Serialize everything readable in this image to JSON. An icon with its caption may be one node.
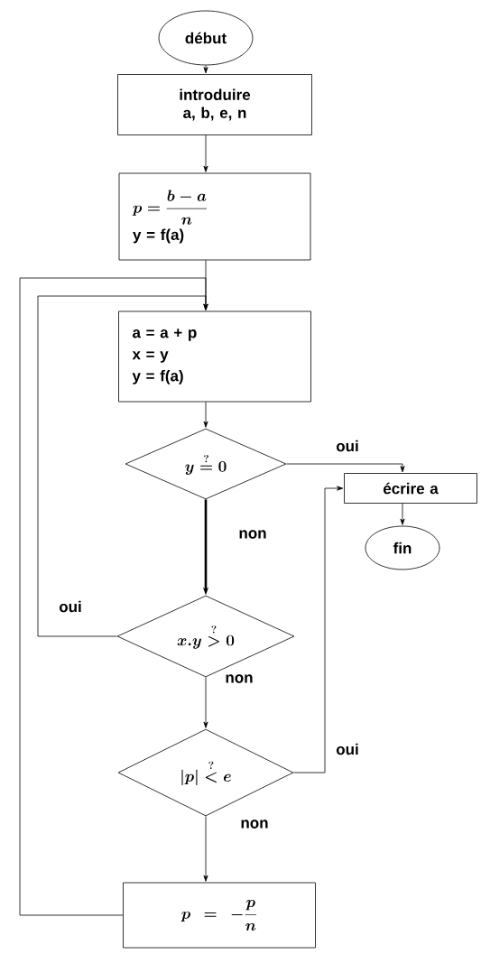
{
  "diagram": {
    "nodes": [
      {
        "text": [
          "début"
        ]
      },
      {
        "text": [
          "introduire a, b, e, n"
        ]
      },
      {
        "text": [
          "p = \\frac{b - a}{n}",
          "y = f(a)"
        ]
      },
      {
        "text": [
          "a = a + p",
          "x = y",
          "y = f(a)"
        ]
      },
      {
        "text": [
          "y \\overset{?}{=} 0"
        ]
      },
      {
        "text": [
          "écrire a"
        ]
      },
      {
        "text": [
          "fin"
        ]
      },
      {
        "text": [
          "x . y \\overset{?}{>} 0"
        ]
      },
      {
        "text": [
          "|p| \\overset{?}{<} e"
        ]
      },
      {
        "text": [
          "p = -\\frac{p}{n}"
        ]
      }
    ],
    "edges": [
      {
        "from": 0,
        "to": 1,
        "arrow": "to"
      },
      {
        "from": 1,
        "to": 2,
        "arrow": "to"
      },
      {
        "from": 2,
        "to": 3,
        "arrow": "to"
      },
      {
        "from": 3,
        "to": 4,
        "arrow": "to"
      },
      {
        "from": 4,
        "to": 5,
        "arrow": "to",
        "label": "oui"
      },
      {
        "from": 5,
        "to": 6,
        "arrow": "to"
      },
      {
        "from": 4,
        "to": 7,
        "arrow": "to",
        "label": "non",
        "style": "thick"
      },
      {
        "from": 7,
        "to": 3,
        "arrow": "to",
        "label": "oui"
      },
      {
        "from": 7,
        "to": 8,
        "arrow": "to",
        "label": "non"
      },
      {
        "from": 8,
        "to": 5,
        "arrow": "to",
        "label": "oui"
      },
      {
        "from": 8,
        "to": 9,
        "arrow": "to",
        "label": "non"
      },
      {
        "from": 9,
        "to": 3,
        "arrow": "to"
      }
    ]
  }
}
